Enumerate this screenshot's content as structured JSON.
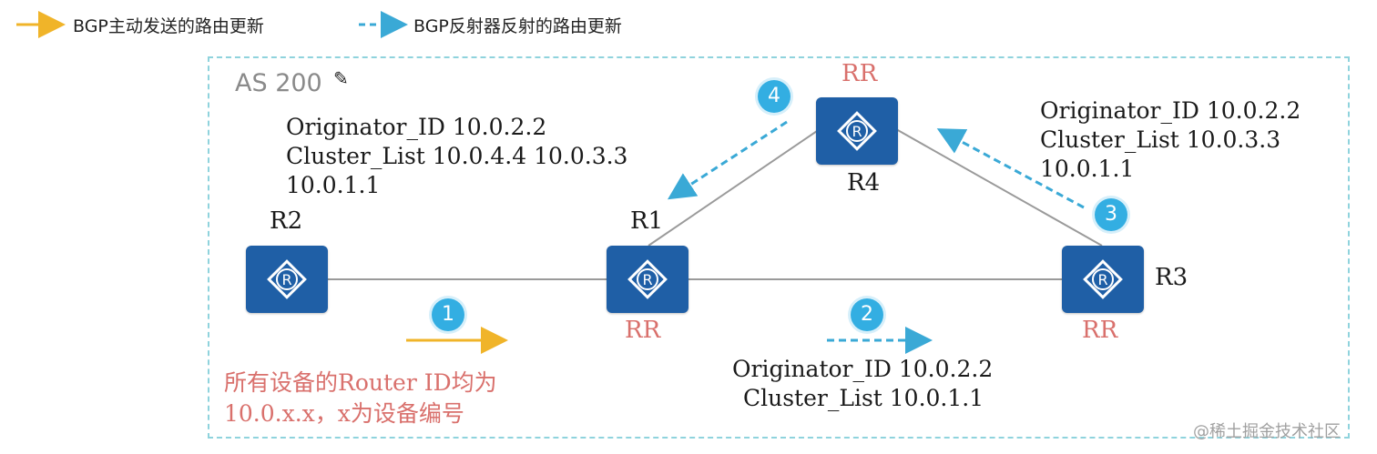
{
  "legend": {
    "solid_label": "BGP主动发送的路由更新",
    "dashed_label": "BGP反射器反射的路由更新",
    "solid_color": "#f0b429",
    "dashed_color": "#3aa9d6"
  },
  "as_label": "AS 200",
  "routers": {
    "r1": {
      "name": "R1",
      "role": "RR"
    },
    "r2": {
      "name": "R2"
    },
    "r3": {
      "name": "R3",
      "role": "RR"
    },
    "r4": {
      "name": "R4",
      "role": "RR"
    },
    "icon_letter": "R"
  },
  "updates": {
    "u1": {
      "number": "1"
    },
    "u2": {
      "number": "2",
      "originator": "Originator_ID 10.0.2.2",
      "cluster": "Cluster_List 10.0.1.1"
    },
    "u3": {
      "number": "3",
      "originator": "Originator_ID 10.0.2.2",
      "cluster": "Cluster_List  10.0.3.3",
      "cluster_cont": "10.0.1.1"
    },
    "u4": {
      "number": "4",
      "originator": "Originator_ID 10.0.2.2",
      "cluster": "Cluster_List 10.0.4.4 10.0.3.3",
      "cluster_cont": "10.0.1.1"
    }
  },
  "note": {
    "line1": "所有设备的Router ID均为",
    "line2": "10.0.x.x，x为设备编号"
  },
  "watermark": "@稀土掘金技术社区"
}
